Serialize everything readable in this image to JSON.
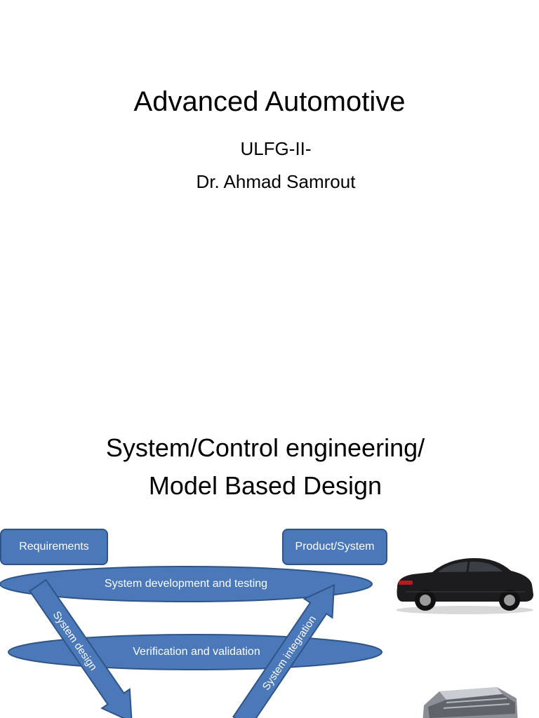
{
  "slide1": {
    "title": "Advanced Automotive",
    "subtitle_line1": "ULFG-II-",
    "subtitle_line2": "Dr. Ahmad Samrout"
  },
  "slide2": {
    "title_line1": "System/Control engineering/",
    "title_line2": "Model Based Design",
    "diagram": {
      "requirements": "Requirements",
      "product": "Product/System",
      "dev_testing": "System development and testing",
      "verification": "Verification and validation",
      "system_design": "System design",
      "system_integration": "System integration"
    },
    "colors": {
      "shape_fill": "#4a78b9",
      "shape_border": "#2f5586"
    }
  }
}
